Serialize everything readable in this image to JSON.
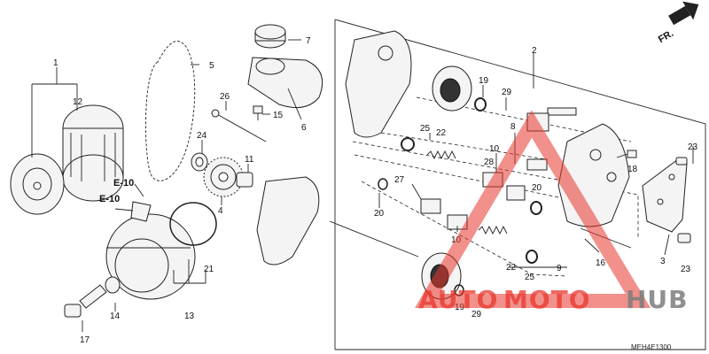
{
  "diagram": {
    "code": "MEH4E1300",
    "front_label": "FR.",
    "refs": [
      "E-10",
      "E-10"
    ],
    "callouts": [
      "1",
      "12",
      "5",
      "7",
      "6",
      "2",
      "19",
      "29",
      "26",
      "15",
      "24",
      "4",
      "11",
      "25",
      "22",
      "8",
      "10",
      "28",
      "23",
      "18",
      "20",
      "27",
      "20",
      "10",
      "16",
      "3",
      "23",
      "21",
      "13",
      "14",
      "17",
      "22",
      "25",
      "9",
      "19",
      "29"
    ]
  },
  "watermark": {
    "part1": "AUTO",
    "part2": "MOTO",
    "part3": "HUB",
    "color_red": "#e8352c",
    "color_gray": "#7c7c7c"
  }
}
